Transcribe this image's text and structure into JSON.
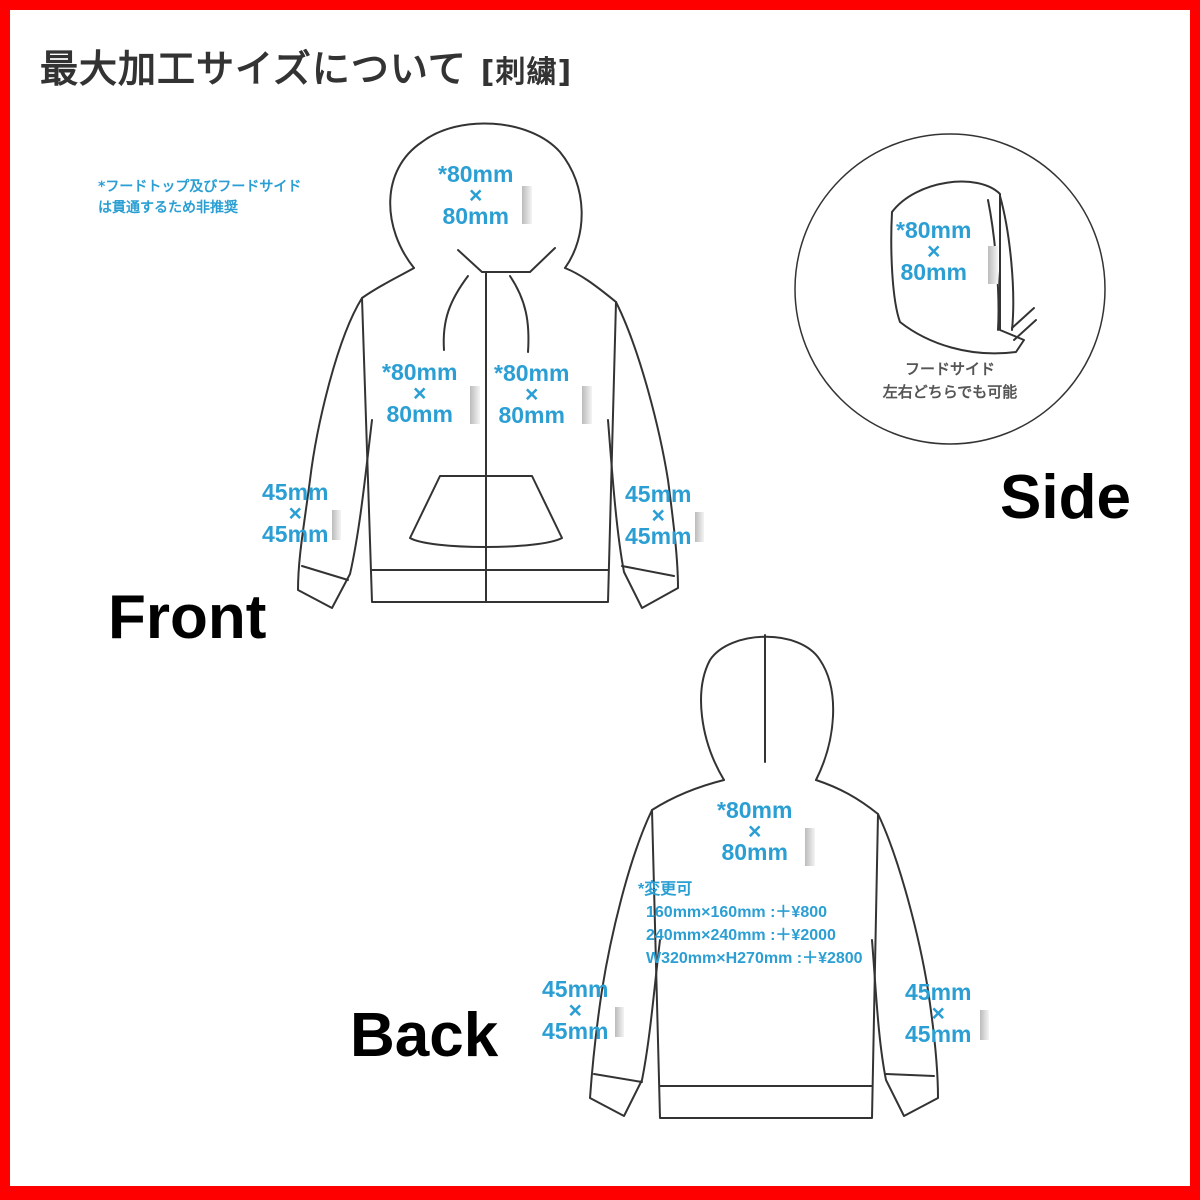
{
  "title": {
    "main": "最大加工サイズについて",
    "sub": "[刺繍]"
  },
  "labels": {
    "front": "Front",
    "side": "Side",
    "back": "Back"
  },
  "notes": {
    "hood_warning_line1": "*フードトップ及びフードサイド",
    "hood_warning_line2": "は貫通するため非推奨",
    "side_line1": "フードサイド",
    "side_line2": "左右どちらでも可能",
    "back_change_title": "*変更可",
    "back_change_1": "160mm×160mm :＋¥800",
    "back_change_2": "240mm×240mm :＋¥2000",
    "back_change_3": "W320mm×H270mm :＋¥2800"
  },
  "sizes": {
    "s80_top": "*80mm",
    "s80_bottom": "80mm",
    "s45_top": "45mm",
    "s45_bottom": "45mm",
    "times": "×"
  },
  "colors": {
    "accent": "#2b9fd3",
    "border": "#ff0000",
    "line": "#333333"
  }
}
